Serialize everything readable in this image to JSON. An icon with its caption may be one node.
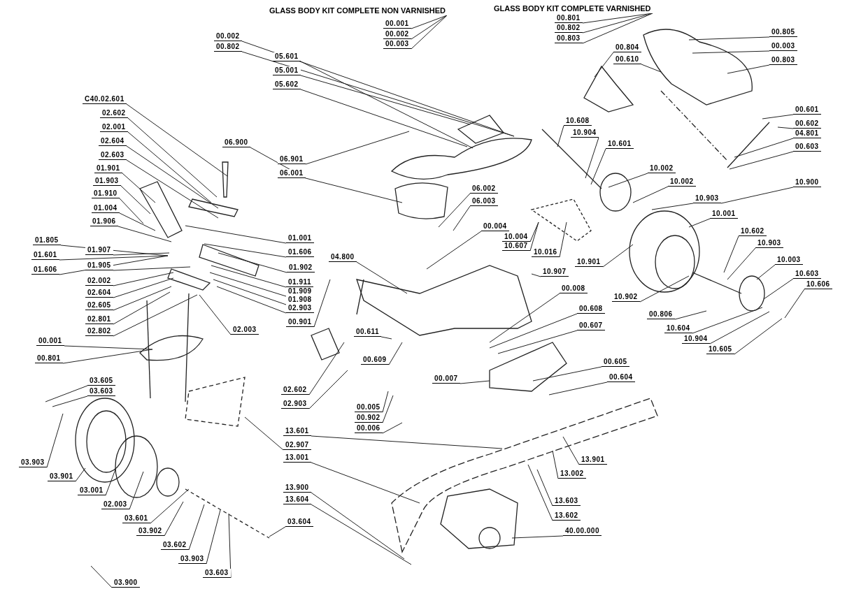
{
  "diagram": {
    "nodes": [
      {
        "text": [
          "GLASS BODY KIT COMPLETE NON VARNISHED"
        ]
      },
      {
        "text": [
          "00.001"
        ]
      },
      {
        "text": [
          "00.002"
        ]
      },
      {
        "text": [
          "00.003"
        ]
      },
      {
        "text": [
          "GLASS BODY KIT COMPLETE VARNISHED"
        ]
      },
      {
        "text": [
          "00.801"
        ]
      },
      {
        "text": [
          "00.802"
        ]
      },
      {
        "text": [
          "00.803"
        ]
      },
      {
        "text": [
          "00.002"
        ]
      },
      {
        "text": [
          "00.802"
        ]
      },
      {
        "text": [
          "05.601"
        ]
      },
      {
        "text": [
          "05.001"
        ]
      },
      {
        "text": [
          "05.602"
        ]
      },
      {
        "text": [
          "00.804"
        ]
      },
      {
        "text": [
          "00.610"
        ]
      },
      {
        "text": [
          "00.805"
        ]
      },
      {
        "text": [
          "00.003"
        ]
      },
      {
        "text": [
          "00.803"
        ]
      },
      {
        "text": [
          "C40.02.601"
        ]
      },
      {
        "text": [
          "02.602"
        ]
      },
      {
        "text": [
          "02.001"
        ]
      },
      {
        "text": [
          "02.604"
        ]
      },
      {
        "text": [
          "02.603"
        ]
      },
      {
        "text": [
          "06.900"
        ]
      },
      {
        "text": [
          "06.901"
        ]
      },
      {
        "text": [
          "06.001"
        ]
      },
      {
        "text": [
          "01.901"
        ]
      },
      {
        "text": [
          "01.903"
        ]
      },
      {
        "text": [
          "01.910"
        ]
      },
      {
        "text": [
          "01.004"
        ]
      },
      {
        "text": [
          "01.906"
        ]
      },
      {
        "text": [
          "01.805"
        ]
      },
      {
        "text": [
          "01.601"
        ]
      },
      {
        "text": [
          "01.606"
        ]
      },
      {
        "text": [
          "01.907"
        ]
      },
      {
        "text": [
          "01.905"
        ]
      },
      {
        "text": [
          "02.002"
        ]
      },
      {
        "text": [
          "02.604"
        ]
      },
      {
        "text": [
          "02.605"
        ]
      },
      {
        "text": [
          "02.801"
        ]
      },
      {
        "text": [
          "02.802"
        ]
      },
      {
        "text": [
          "02.003"
        ]
      },
      {
        "text": [
          "00.001"
        ]
      },
      {
        "text": [
          "00.801"
        ]
      },
      {
        "text": [
          "01.001"
        ]
      },
      {
        "text": [
          "01.606"
        ]
      },
      {
        "text": [
          "01.902"
        ]
      },
      {
        "text": [
          "01.911"
        ]
      },
      {
        "text": [
          "01.909"
        ]
      },
      {
        "text": [
          "01.908"
        ]
      },
      {
        "text": [
          "02.903"
        ]
      },
      {
        "text": [
          "00.901"
        ]
      },
      {
        "text": [
          "04.800"
        ]
      },
      {
        "text": [
          "06.002"
        ]
      },
      {
        "text": [
          "06.003"
        ]
      },
      {
        "text": [
          "00.004"
        ]
      },
      {
        "text": [
          "10.004"
        ]
      },
      {
        "text": [
          "10.607"
        ]
      },
      {
        "text": [
          "10.016"
        ]
      },
      {
        "text": [
          "10.901"
        ]
      },
      {
        "text": [
          "10.907"
        ]
      },
      {
        "text": [
          "00.008"
        ]
      },
      {
        "text": [
          "00.608"
        ]
      },
      {
        "text": [
          "00.607"
        ]
      },
      {
        "text": [
          "00.611"
        ]
      },
      {
        "text": [
          "00.609"
        ]
      },
      {
        "text": [
          "00.007"
        ]
      },
      {
        "text": [
          "02.602"
        ]
      },
      {
        "text": [
          "02.903"
        ]
      },
      {
        "text": [
          "00.005"
        ]
      },
      {
        "text": [
          "00.902"
        ]
      },
      {
        "text": [
          "00.006"
        ]
      },
      {
        "text": [
          "00.605"
        ]
      },
      {
        "text": [
          "00.604"
        ]
      },
      {
        "text": [
          "10.608"
        ]
      },
      {
        "text": [
          "10.904"
        ]
      },
      {
        "text": [
          "10.601"
        ]
      },
      {
        "text": [
          "10.002"
        ]
      },
      {
        "text": [
          "10.002"
        ]
      },
      {
        "text": [
          "10.900"
        ]
      },
      {
        "text": [
          "10.903"
        ]
      },
      {
        "text": [
          "10.001"
        ]
      },
      {
        "text": [
          "10.602"
        ]
      },
      {
        "text": [
          "10.903"
        ]
      },
      {
        "text": [
          "10.003"
        ]
      },
      {
        "text": [
          "10.603"
        ]
      },
      {
        "text": [
          "10.606"
        ]
      },
      {
        "text": [
          "10.902"
        ]
      },
      {
        "text": [
          "00.806"
        ]
      },
      {
        "text": [
          "10.604"
        ]
      },
      {
        "text": [
          "10.904"
        ]
      },
      {
        "text": [
          "10.605"
        ]
      },
      {
        "text": [
          "00.601"
        ]
      },
      {
        "text": [
          "00.602"
        ]
      },
      {
        "text": [
          "04.801"
        ]
      },
      {
        "text": [
          "00.603"
        ]
      },
      {
        "text": [
          "03.605"
        ]
      },
      {
        "text": [
          "03.603"
        ]
      },
      {
        "text": [
          "03.903"
        ]
      },
      {
        "text": [
          "03.901"
        ]
      },
      {
        "text": [
          "03.001"
        ]
      },
      {
        "text": [
          "02.003"
        ]
      },
      {
        "text": [
          "03.601"
        ]
      },
      {
        "text": [
          "03.902"
        ]
      },
      {
        "text": [
          "03.602"
        ]
      },
      {
        "text": [
          "03.903"
        ]
      },
      {
        "text": [
          "03.603"
        ]
      },
      {
        "text": [
          "03.900"
        ]
      },
      {
        "text": [
          "03.604"
        ]
      },
      {
        "text": [
          "02.907"
        ]
      },
      {
        "text": [
          "13.601"
        ]
      },
      {
        "text": [
          "13.001"
        ]
      },
      {
        "text": [
          "13.900"
        ]
      },
      {
        "text": [
          "13.604"
        ]
      },
      {
        "text": [
          "13.901"
        ]
      },
      {
        "text": [
          "13.002"
        ]
      },
      {
        "text": [
          "13.603"
        ]
      },
      {
        "text": [
          "13.602"
        ]
      },
      {
        "text": [
          "40.00.000"
        ]
      }
    ],
    "edges": [
      {
        "from": 1,
        "to": 0,
        "arrow": "none"
      },
      {
        "from": 2,
        "to": 0,
        "arrow": "none"
      },
      {
        "from": 3,
        "to": 0,
        "arrow": "none"
      },
      {
        "from": 5,
        "to": 4,
        "arrow": "none"
      },
      {
        "from": 6,
        "to": 4,
        "arrow": "none"
      },
      {
        "from": 7,
        "to": 4,
        "arrow": "none"
      },
      {
        "from": 8,
        "to": null,
        "arrow": "none"
      },
      {
        "from": 9,
        "to": null,
        "arrow": "none"
      },
      {
        "from": 10,
        "to": null,
        "arrow": "none"
      },
      {
        "from": 11,
        "to": null,
        "arrow": "none"
      },
      {
        "from": 12,
        "to": null,
        "arrow": "none"
      },
      {
        "from": 13,
        "to": null,
        "arrow": "none"
      },
      {
        "from": 14,
        "to": null,
        "arrow": "none"
      },
      {
        "from": 15,
        "to": null,
        "arrow": "none"
      },
      {
        "from": 16,
        "to": null,
        "arrow": "none"
      },
      {
        "from": 17,
        "to": null,
        "arrow": "none"
      },
      {
        "from": 18,
        "to": null,
        "arrow": "none"
      },
      {
        "from": 19,
        "to": null,
        "arrow": "none"
      },
      {
        "from": 20,
        "to": null,
        "arrow": "none"
      },
      {
        "from": 21,
        "to": null,
        "arrow": "none"
      },
      {
        "from": 22,
        "to": null,
        "arrow": "none"
      },
      {
        "from": 23,
        "to": 25,
        "arrow": "none"
      },
      {
        "from": 24,
        "to": null,
        "arrow": "none"
      },
      {
        "from": 25,
        "to": null,
        "arrow": "none"
      },
      {
        "from": 26,
        "to": null,
        "arrow": "none"
      },
      {
        "from": 27,
        "to": null,
        "arrow": "none"
      },
      {
        "from": 28,
        "to": null,
        "arrow": "none"
      },
      {
        "from": 29,
        "to": null,
        "arrow": "none"
      },
      {
        "from": 30,
        "to": null,
        "arrow": "none"
      },
      {
        "from": 31,
        "to": null,
        "arrow": "none"
      },
      {
        "from": 32,
        "to": null,
        "arrow": "none"
      },
      {
        "from": 33,
        "to": null,
        "arrow": "none"
      },
      {
        "from": 34,
        "to": null,
        "arrow": "none"
      },
      {
        "from": 35,
        "to": null,
        "arrow": "none"
      },
      {
        "from": 36,
        "to": null,
        "arrow": "none"
      },
      {
        "from": 37,
        "to": null,
        "arrow": "none"
      },
      {
        "from": 38,
        "to": null,
        "arrow": "none"
      },
      {
        "from": 39,
        "to": null,
        "arrow": "none"
      },
      {
        "from": 40,
        "to": null,
        "arrow": "none"
      },
      {
        "from": 41,
        "to": null,
        "arrow": "none"
      },
      {
        "from": 42,
        "to": null,
        "arrow": "none"
      },
      {
        "from": 43,
        "to": null,
        "arrow": "none"
      },
      {
        "from": 44,
        "to": null,
        "arrow": "none"
      },
      {
        "from": 45,
        "to": null,
        "arrow": "none"
      },
      {
        "from": 46,
        "to": null,
        "arrow": "none"
      },
      {
        "from": 47,
        "to": null,
        "arrow": "none"
      },
      {
        "from": 48,
        "to": null,
        "arrow": "none"
      },
      {
        "from": 49,
        "to": null,
        "arrow": "none"
      },
      {
        "from": 50,
        "to": null,
        "arrow": "none"
      },
      {
        "from": 51,
        "to": null,
        "arrow": "none"
      },
      {
        "from": 52,
        "to": null,
        "arrow": "none"
      },
      {
        "from": 53,
        "to": null,
        "arrow": "none"
      },
      {
        "from": 54,
        "to": null,
        "arrow": "none"
      },
      {
        "from": 55,
        "to": null,
        "arrow": "none"
      },
      {
        "from": 56,
        "to": null,
        "arrow": "none"
      },
      {
        "from": 57,
        "to": null,
        "arrow": "none"
      },
      {
        "from": 58,
        "to": null,
        "arrow": "none"
      },
      {
        "from": 59,
        "to": null,
        "arrow": "none"
      },
      {
        "from": 60,
        "to": null,
        "arrow": "none"
      },
      {
        "from": 61,
        "to": null,
        "arrow": "none"
      },
      {
        "from": 62,
        "to": null,
        "arrow": "none"
      },
      {
        "from": 63,
        "to": null,
        "arrow": "none"
      },
      {
        "from": 64,
        "to": null,
        "arrow": "none"
      },
      {
        "from": 65,
        "to": null,
        "arrow": "none"
      },
      {
        "from": 66,
        "to": null,
        "arrow": "none"
      },
      {
        "from": 67,
        "to": null,
        "arrow": "none"
      },
      {
        "from": 68,
        "to": null,
        "arrow": "none"
      },
      {
        "from": 69,
        "to": null,
        "arrow": "none"
      },
      {
        "from": 70,
        "to": null,
        "arrow": "none"
      },
      {
        "from": 71,
        "to": null,
        "arrow": "none"
      },
      {
        "from": 72,
        "to": null,
        "arrow": "none"
      },
      {
        "from": 73,
        "to": null,
        "arrow": "none"
      },
      {
        "from": 74,
        "to": null,
        "arrow": "none"
      },
      {
        "from": 75,
        "to": null,
        "arrow": "none"
      },
      {
        "from": 76,
        "to": null,
        "arrow": "none"
      },
      {
        "from": 77,
        "to": null,
        "arrow": "none"
      },
      {
        "from": 78,
        "to": null,
        "arrow": "none"
      },
      {
        "from": 79,
        "to": 80,
        "arrow": "none"
      },
      {
        "from": 80,
        "to": null,
        "arrow": "none"
      },
      {
        "from": 81,
        "to": null,
        "arrow": "none"
      },
      {
        "from": 82,
        "to": null,
        "arrow": "none"
      },
      {
        "from": 83,
        "to": null,
        "arrow": "none"
      },
      {
        "from": 84,
        "to": null,
        "arrow": "none"
      },
      {
        "from": 85,
        "to": null,
        "arrow": "none"
      },
      {
        "from": 86,
        "to": null,
        "arrow": "none"
      },
      {
        "from": 87,
        "to": null,
        "arrow": "none"
      },
      {
        "from": 88,
        "to": null,
        "arrow": "none"
      },
      {
        "from": 89,
        "to": null,
        "arrow": "none"
      },
      {
        "from": 90,
        "to": null,
        "arrow": "none"
      },
      {
        "from": 91,
        "to": null,
        "arrow": "none"
      },
      {
        "from": 92,
        "to": null,
        "arrow": "none"
      },
      {
        "from": 93,
        "to": null,
        "arrow": "none"
      },
      {
        "from": 94,
        "to": null,
        "arrow": "none"
      },
      {
        "from": 95,
        "to": null,
        "arrow": "none"
      },
      {
        "from": 96,
        "to": null,
        "arrow": "none"
      },
      {
        "from": 97,
        "to": null,
        "arrow": "none"
      },
      {
        "from": 98,
        "to": null,
        "arrow": "none"
      },
      {
        "from": 99,
        "to": null,
        "arrow": "none"
      },
      {
        "from": 100,
        "to": null,
        "arrow": "none"
      },
      {
        "from": 101,
        "to": null,
        "arrow": "none"
      },
      {
        "from": 102,
        "to": null,
        "arrow": "none"
      },
      {
        "from": 103,
        "to": null,
        "arrow": "none"
      },
      {
        "from": 104,
        "to": null,
        "arrow": "none"
      },
      {
        "from": 105,
        "to": null,
        "arrow": "none"
      },
      {
        "from": 106,
        "to": null,
        "arrow": "none"
      },
      {
        "from": 107,
        "to": null,
        "arrow": "none"
      },
      {
        "from": 108,
        "to": null,
        "arrow": "none"
      },
      {
        "from": 109,
        "to": null,
        "arrow": "none"
      },
      {
        "from": 110,
        "to": null,
        "arrow": "none"
      },
      {
        "from": 111,
        "to": null,
        "arrow": "none"
      },
      {
        "from": 112,
        "to": null,
        "arrow": "none"
      },
      {
        "from": 113,
        "to": null,
        "arrow": "none"
      },
      {
        "from": 114,
        "to": null,
        "arrow": "none"
      },
      {
        "from": 115,
        "to": null,
        "arrow": "none"
      },
      {
        "from": 116,
        "to": null,
        "arrow": "none"
      },
      {
        "from": 117,
        "to": null,
        "arrow": "none"
      },
      {
        "from": 118,
        "to": null,
        "arrow": "none"
      }
    ]
  }
}
